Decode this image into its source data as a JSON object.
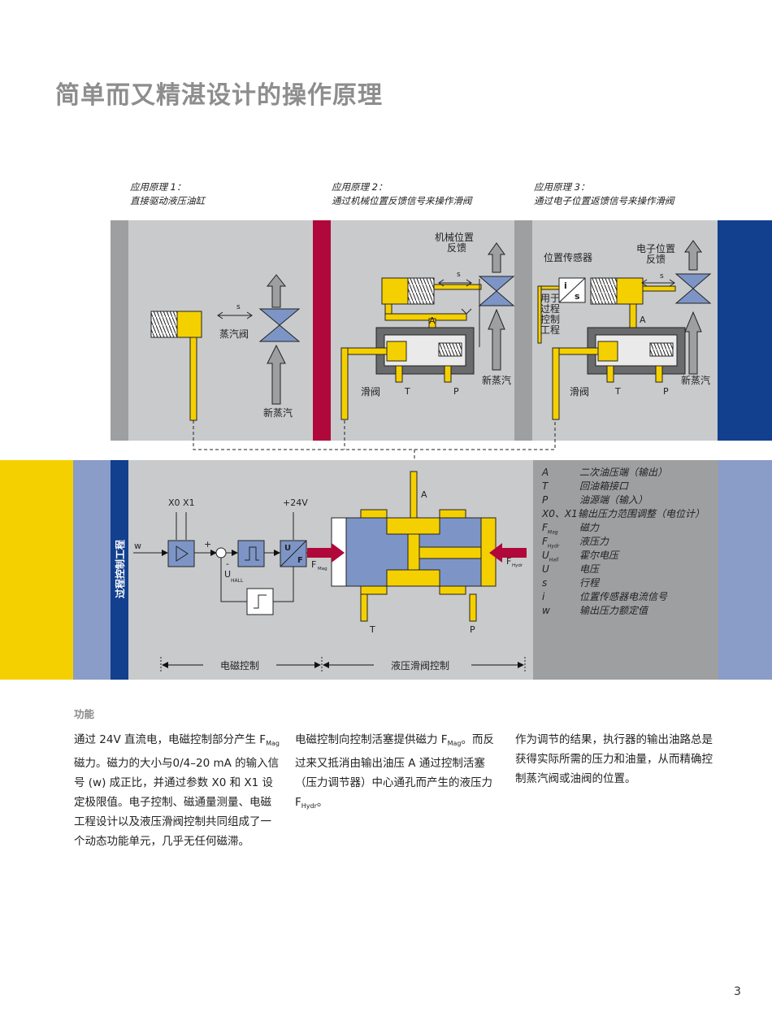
{
  "page": {
    "title": "简单而又精湛设计的操作原理",
    "page_number": "3"
  },
  "principles": [
    {
      "line1": "应用原理 1：",
      "line2": "直接驱动液压油缸"
    },
    {
      "line1": "应用原理 2：",
      "line2": "通过机械位置反馈信号来操作滑阀"
    },
    {
      "line1": "应用原理 3：",
      "line2": "通过电子位置返馈信号来操作滑阀"
    }
  ],
  "panel1": {
    "s": "s",
    "steam_valve": "蒸汽阀",
    "new_steam": "新蒸汽"
  },
  "panel2": {
    "mech_feedback_1": "机械位置",
    "mech_feedback_2": "反馈",
    "s": "s",
    "a": "A",
    "new_steam": "新蒸汽",
    "slide_valve": "滑阀",
    "t": "T",
    "p": "P"
  },
  "panel3": {
    "position_sensor": "位置传感器",
    "elec_feedback_1": "电子位置",
    "elec_feedback_2": "反馈",
    "s": "s",
    "a": "A",
    "process_1": "用于",
    "process_2": "过程",
    "process_3": "控制",
    "process_4": "工程",
    "i": "i",
    "s_small": "s",
    "new_steam": "新蒸汽",
    "slide_valve": "滑阀",
    "t": "T",
    "p": "P"
  },
  "control": {
    "side_label": "过程控制工程",
    "x0x1": "X0 X1",
    "plus24v": "+24V",
    "w": "w",
    "plus": "+",
    "minus": "-",
    "u_hall": "U",
    "u_hall_sub": "HALL",
    "f_mag": "F",
    "f_mag_sub": "Mag",
    "f_hydr": "F",
    "f_hydr_sub": "Hydr",
    "uf_u": "U",
    "uf_f": "F",
    "a": "A",
    "t": "T",
    "p": "P",
    "em_control": "电磁控制",
    "hyd_control": "液压滑阀控制"
  },
  "legend": [
    {
      "sym": "A",
      "sub": "",
      "text": "二次油压端（输出）"
    },
    {
      "sym": "T",
      "sub": "",
      "text": "回油箱接口"
    },
    {
      "sym": "P",
      "sub": "",
      "text": "油源端（输入）"
    },
    {
      "sym": "X0、X1",
      "sub": "",
      "text": "输出压力范围调整（电位计）"
    },
    {
      "sym": "F",
      "sub": "Mag",
      "text": "磁力"
    },
    {
      "sym": "F",
      "sub": "Hydr",
      "text": "液压力"
    },
    {
      "sym": "U",
      "sub": "Hall",
      "text": "霍尔电压"
    },
    {
      "sym": "U",
      "sub": "",
      "text": "电压"
    },
    {
      "sym": "s",
      "sub": "",
      "text": "行程"
    },
    {
      "sym": "i",
      "sub": "",
      "text": "位置传感器电流信号"
    },
    {
      "sym": "w",
      "sub": "",
      "text": "输出压力额定值"
    }
  ],
  "function": {
    "heading": "功能",
    "col1": {
      "a": "通过 24V 直流电，电磁控制部分产生 F",
      "a_sub": "Mag",
      "b": " 磁力。磁力的大小与0/4–20 mA 的输入信号 (w) 成正比，并通过参数 X0 和 X1 设定极限值。电子控制、磁通量测量、电磁工程设计以及液压滑阀控制共同组成了一个动态功能单元，几乎无任何磁滞。"
    },
    "col2": {
      "a": "电磁控制向控制活塞提供磁力 F",
      "a_sub": "Mag",
      "b": "。而反过来又抵消由输出油压 A 通过控制活塞（压力调节器）中心通孔而产生的液压力 F",
      "b_sub": "Hydr",
      "c": "。"
    },
    "col3": "作为调节的结果，执行器的输出油路总是获得实际所需的压力和油量，从而精确控制蒸汽阀或油阀的位置。"
  },
  "colors": {
    "yellow": "#f5d000",
    "navy": "#123f8e",
    "red_bar": "#b0083a",
    "grey_panel": "#c9cacc",
    "dark_grey": "#9e9fa1",
    "slate": "#8a9cc8",
    "blue_piston": "#7d95c6"
  }
}
